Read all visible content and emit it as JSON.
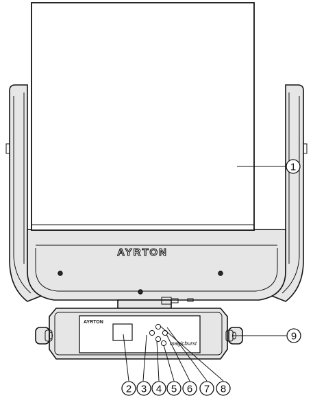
{
  "diagram": {
    "brand_label_arm": "AYRTON",
    "brand_label_base": "AYRTON",
    "base_logo": "magicburst",
    "callouts": [
      "1",
      "2",
      "3",
      "4",
      "5",
      "6",
      "7",
      "8",
      "9"
    ]
  }
}
